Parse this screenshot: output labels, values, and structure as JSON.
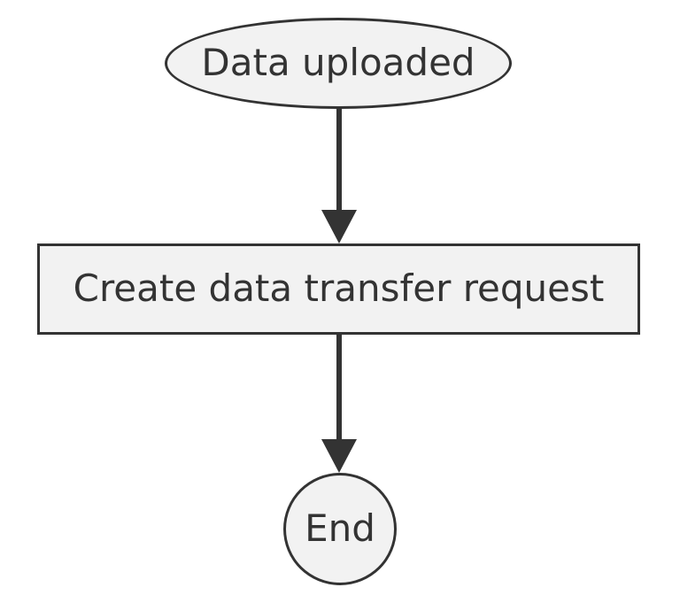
{
  "diagram": {
    "type": "flowchart",
    "direction": "top-down",
    "nodes": [
      {
        "id": "start",
        "shape": "ellipse",
        "label": "Data uploaded"
      },
      {
        "id": "process",
        "shape": "rectangle",
        "label": "Create data transfer request"
      },
      {
        "id": "end",
        "shape": "circle",
        "label": "End"
      }
    ],
    "edges": [
      {
        "from": "start",
        "to": "process",
        "style": "solid-arrow"
      },
      {
        "from": "process",
        "to": "end",
        "style": "solid-arrow"
      }
    ],
    "colors": {
      "background": "#ffffff",
      "node_fill": "#f2f2f2",
      "node_stroke": "#333333",
      "text": "#333333",
      "arrow": "#333333"
    }
  }
}
